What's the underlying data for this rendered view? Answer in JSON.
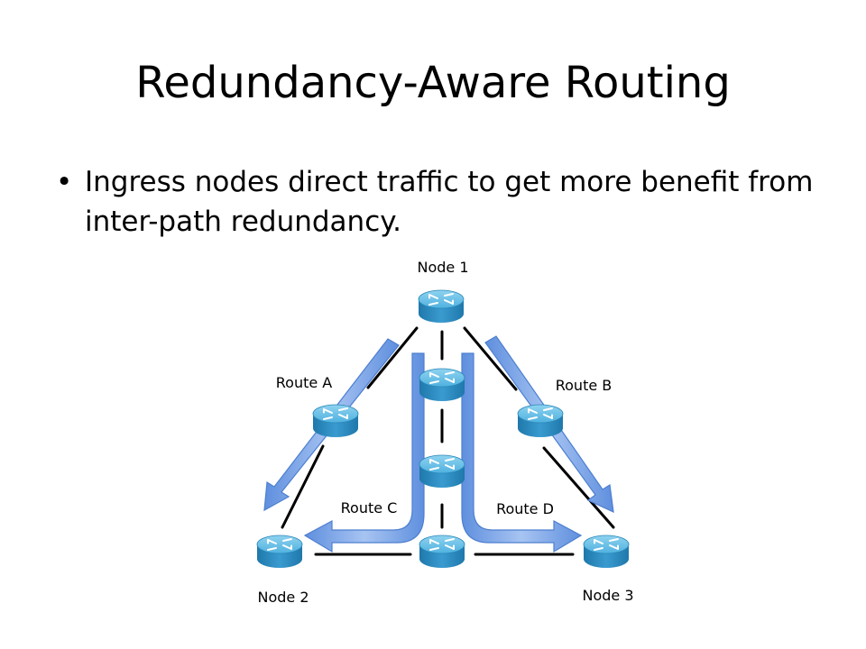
{
  "slide": {
    "title": "Redundancy-Aware Routing",
    "bullets": [
      "Ingress nodes direct traffic to get more benefit from inter-path redundancy."
    ]
  },
  "diagram": {
    "colors": {
      "router_top": "#6fc3e6",
      "router_side": "#2b87b8",
      "arrow_fill": "#7aa7e6",
      "arrow_stroke": "#4d7fd0",
      "link": "#000000"
    },
    "nodes": [
      {
        "id": "n1",
        "label": "Node 1"
      },
      {
        "id": "n2",
        "label": "Node 2"
      },
      {
        "id": "n3",
        "label": "Node 3"
      },
      {
        "id": "ra",
        "label": ""
      },
      {
        "id": "rb",
        "label": ""
      },
      {
        "id": "c1",
        "label": ""
      },
      {
        "id": "c2",
        "label": ""
      },
      {
        "id": "bm",
        "label": ""
      }
    ],
    "routes": [
      {
        "id": "A",
        "label": "Route A"
      },
      {
        "id": "B",
        "label": "Route B"
      },
      {
        "id": "C",
        "label": "Route C"
      },
      {
        "id": "D",
        "label": "Route D"
      }
    ]
  }
}
